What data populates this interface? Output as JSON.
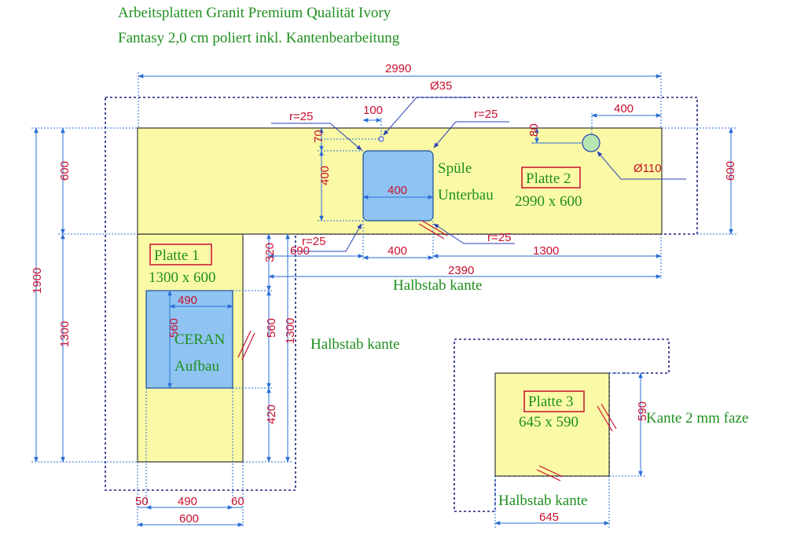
{
  "title": {
    "line1": "Arbeitsplatten Granit Premium Qualität Ivory",
    "line2": "Fantasy 2,0 cm poliert inkl. Kantenbearbeitung"
  },
  "plates": [
    {
      "name": "Platte 1",
      "size": "1300 x 600"
    },
    {
      "name": "Platte 2",
      "size": "2990 x 600"
    },
    {
      "name": "Platte 3",
      "size": "645 x 590"
    }
  ],
  "sink": {
    "line1": "Spüle",
    "line2": "Unterbau"
  },
  "cooktop": {
    "line1": "CERAN",
    "line2": "Aufbau"
  },
  "edges": {
    "halbstab": "Halbstab kante",
    "kante2mm": "Kante 2 mm faze"
  },
  "dims": {
    "total_width": "2990",
    "hole_small": "Ø35",
    "hole_large": "Ø110",
    "offset_100": "100",
    "offset_400_top": "400",
    "offset_80": "80",
    "offset_70": "70",
    "radius": "r=25",
    "sink_w": "400",
    "sink_h": "400",
    "depth_600": "600",
    "total_1900": "1900",
    "len_1300": "1300",
    "dist_690": "690",
    "dist_400": "400",
    "dist_1300": "1300",
    "dist_2390": "2390",
    "dist_320": "320",
    "dist_560": "560",
    "dist_420": "420",
    "ceran_w": "490",
    "ceran_h": "560",
    "bottom_50": "50",
    "bottom_490": "490",
    "bottom_60": "60",
    "bottom_600": "600",
    "p3_h": "590",
    "p3_w": "645"
  }
}
